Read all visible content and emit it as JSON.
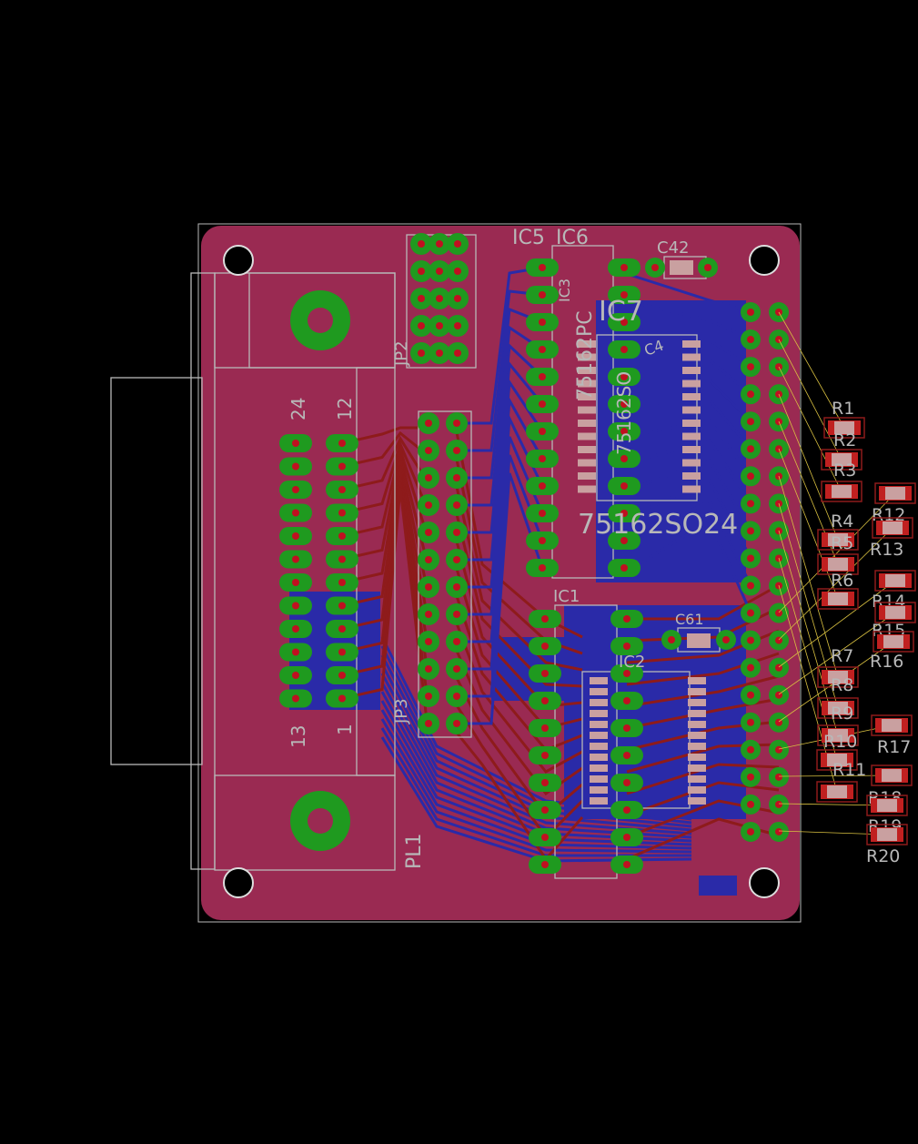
{
  "colors": {
    "background": "#000000",
    "board_top_copper": "#9a2a52",
    "trace_top": "#8e1b1b",
    "trace_bottom": "#2a2aa8",
    "pad": "#1f9a1f",
    "silkscreen": "#b8b8b8",
    "airwire": "#d8c040",
    "smd_pad": "#c9a0a0"
  },
  "board": {
    "parts": {
      "ic5": "IC5",
      "ic6": "IC6",
      "ic3": "IC3",
      "ic3_value": "75162PC",
      "ic7": "IC7",
      "ic7_value": "75162SO",
      "ic_value_large": "75162SO24",
      "c42": "C42",
      "c4": "C4",
      "ic1": "IC1",
      "ic2": "IC2",
      "c61": "C61",
      "jp2": "JP2",
      "jp3": "JP3",
      "pl1": "PL1",
      "pl1_pin24": "24",
      "pl1_pin12": "12",
      "pl1_pin13": "13",
      "pl1_pin1": "1"
    },
    "resistors": [
      "R1",
      "R2",
      "R3",
      "R4",
      "R5",
      "R6",
      "R7",
      "R8",
      "R9",
      "R10",
      "R11",
      "R12",
      "R13",
      "R14",
      "R15",
      "R16",
      "R17",
      "R18",
      "R19",
      "R20"
    ]
  }
}
